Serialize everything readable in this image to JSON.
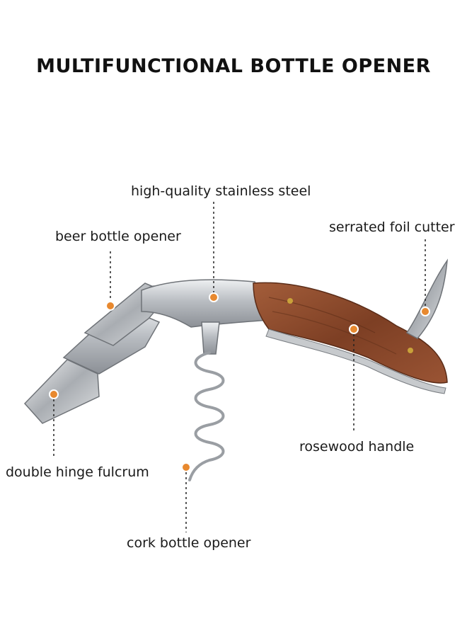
{
  "title": "MULTIFUNCTIONAL BOTTLE OPENER",
  "labels": {
    "stainless_steel": "high-quality stainless steel",
    "beer_opener": "beer bottle opener",
    "foil_cutter": "serrated foil cutter",
    "rosewood_handle": "rosewood handle",
    "double_hinge": "double hinge fulcrum",
    "cork_opener": "cork bottle opener"
  },
  "colors": {
    "marker": "#e8892f",
    "leader": "#222222",
    "wood": "#8a4a2c",
    "steel": "#c9ccd0"
  }
}
